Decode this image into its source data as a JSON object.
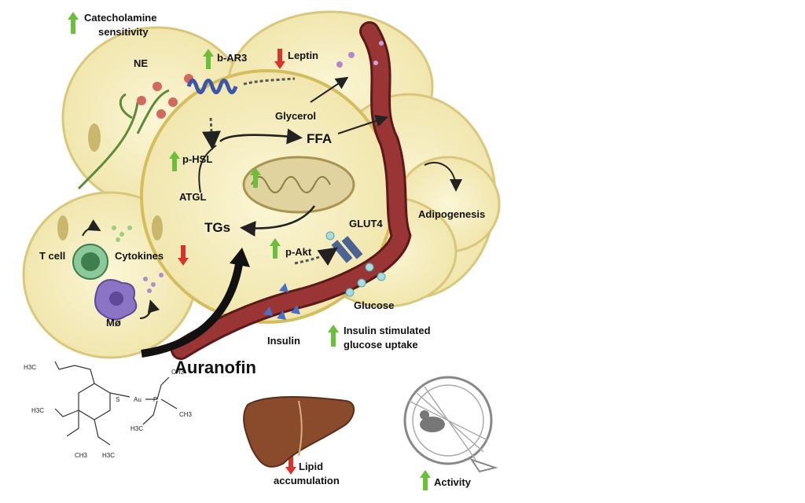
{
  "labels": {
    "catecholamine_line1": "Catecholamine",
    "catecholamine_line2": "sensitivity",
    "ne": "NE",
    "bar3": "b-AR3",
    "leptin": "Leptin",
    "glycerol": "Glycerol",
    "ffa": "FFA",
    "phsl": "p-HSL",
    "atgl": "ATGL",
    "tgs": "TGs",
    "adipogenesis": "Adipogenesis",
    "glut4": "GLUT4",
    "pakt": "p-Akt",
    "tcell": "T cell",
    "cytokines": "Cytokines",
    "macrophage": "Mø",
    "glucose": "Glucose",
    "insulin": "Insulin",
    "insulin_uptake_line1": "Insulin stimulated",
    "insulin_uptake_line2": "glucose uptake",
    "auranofin": "Auranofin",
    "lipid_line1": "Lipid",
    "lipid_line2": "accumulation",
    "activity": "Activity"
  },
  "chemical_labels": {
    "ch3_top": "H3C",
    "ch3_mid": "H3C",
    "ch3_b1": "CH3",
    "ch3_b2": "H3C",
    "ch3_p1": "CH3",
    "ch3_p2": "CH3",
    "ch3_p3": "H3C",
    "s": "S",
    "au": "Au",
    "p": "P"
  },
  "colors": {
    "up_arrow": "#6cbf3a",
    "down_arrow": "#d9342b",
    "cell_fill": "#f6eebc",
    "cell_stroke": "#d9c77a",
    "vessel": "#8a2c2c",
    "liver": "#8a4a2c"
  },
  "icons": [
    "up-arrow-icon",
    "down-arrow-icon",
    "mitochondrion-icon",
    "liver-icon",
    "mouse-wheel-icon",
    "t-cell-icon",
    "macrophage-icon",
    "receptor-icon",
    "transporter-icon"
  ]
}
